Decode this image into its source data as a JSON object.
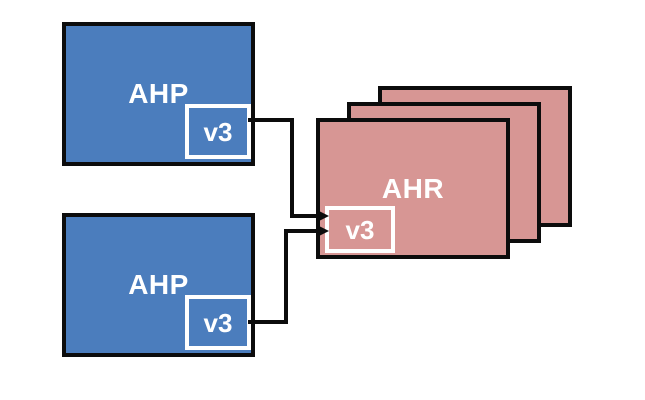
{
  "colors": {
    "blue": "#4b7dbd",
    "pink": "#d79694",
    "line": "#0c0c0c",
    "label": "#ffffff"
  },
  "nodes": {
    "ahp_top": {
      "label": "AHP",
      "badge": "v3"
    },
    "ahp_bottom": {
      "label": "AHP",
      "badge": "v3"
    },
    "ahr": {
      "label": "AHR",
      "badge": "v3",
      "stack_count": 3
    }
  }
}
